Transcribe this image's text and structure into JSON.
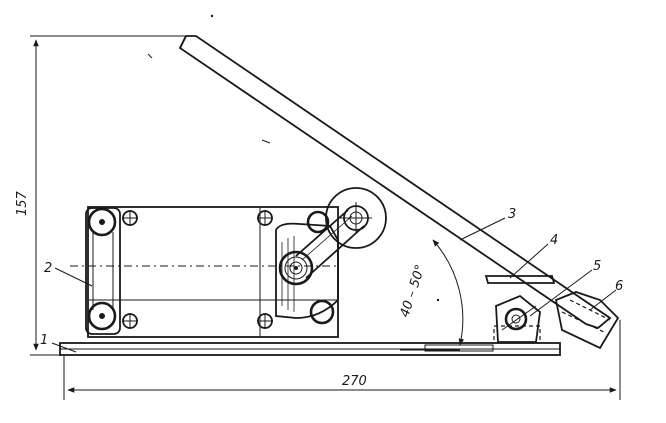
{
  "drawing": {
    "dimensions": {
      "height": "157",
      "width": "270",
      "angle": "40 – 50°"
    },
    "callouts": [
      "1",
      "2",
      "3",
      "4",
      "5",
      "6"
    ]
  }
}
